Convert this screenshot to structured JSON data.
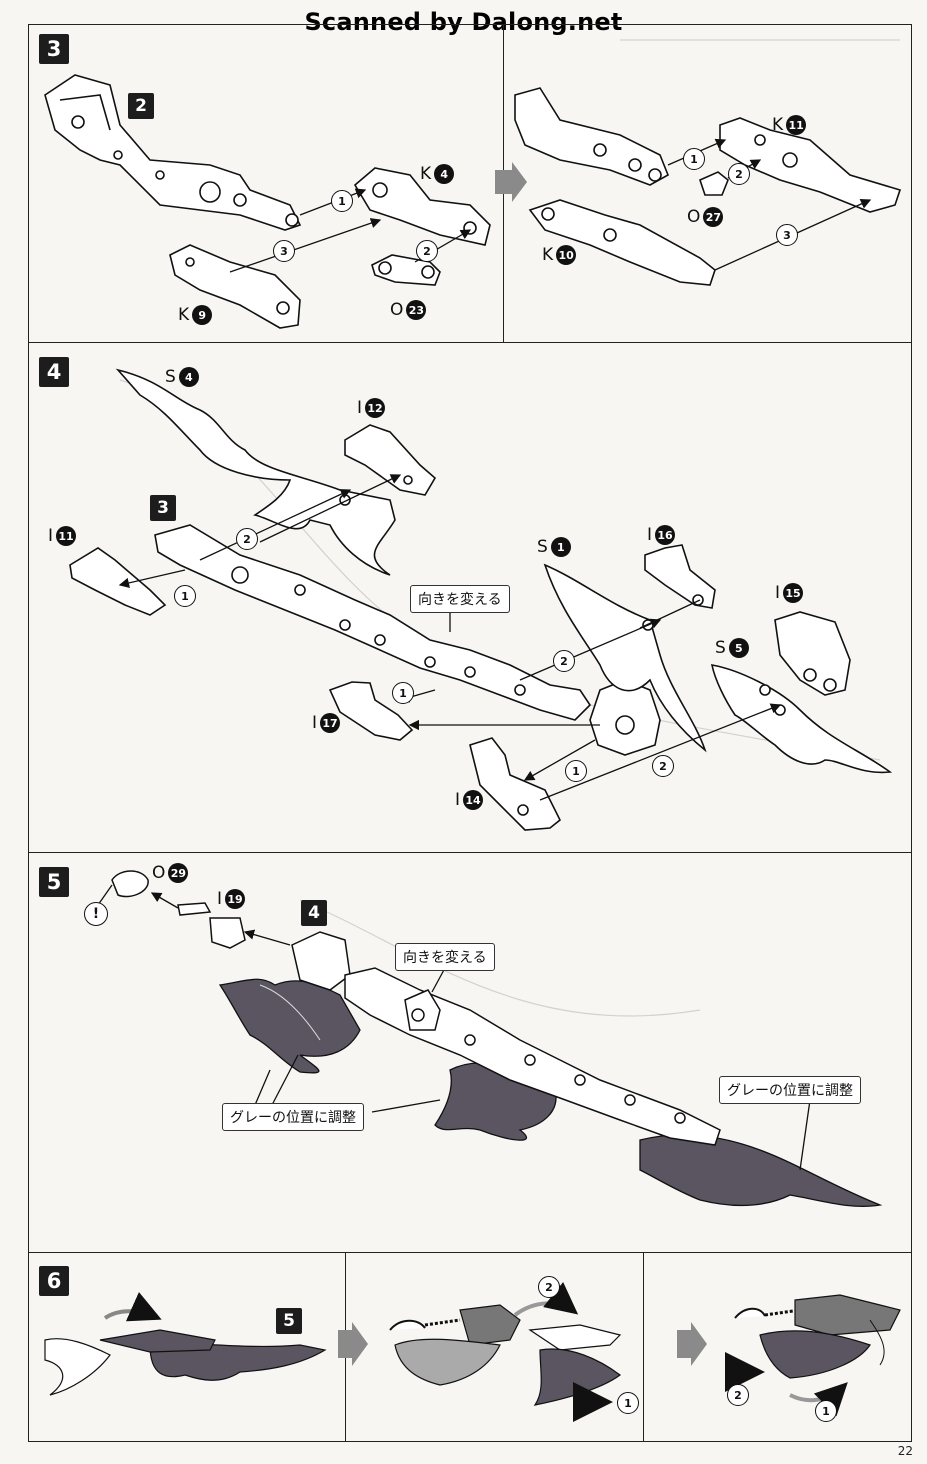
{
  "watermark": "Scanned by Dalong.net",
  "page_number": "22",
  "steps": {
    "s3": {
      "number": "3",
      "ref_number": "2",
      "parts": [
        {
          "letter": "K",
          "num": "4"
        },
        {
          "letter": "K",
          "num": "9"
        },
        {
          "letter": "O",
          "num": "23"
        },
        {
          "letter": "K",
          "num": "11"
        },
        {
          "letter": "O",
          "num": "27"
        },
        {
          "letter": "K",
          "num": "10"
        }
      ],
      "arrows": [
        "1",
        "2",
        "3",
        "1",
        "2",
        "3"
      ]
    },
    "s4": {
      "number": "4",
      "ref_number": "3",
      "parts": [
        {
          "letter": "S",
          "num": "4"
        },
        {
          "letter": "I",
          "num": "12"
        },
        {
          "letter": "I",
          "num": "11"
        },
        {
          "letter": "S",
          "num": "1"
        },
        {
          "letter": "I",
          "num": "16"
        },
        {
          "letter": "I",
          "num": "15"
        },
        {
          "letter": "S",
          "num": "5"
        },
        {
          "letter": "I",
          "num": "17"
        },
        {
          "letter": "I",
          "num": "14"
        }
      ],
      "callout": "向きを変える",
      "arrows": [
        "2",
        "1",
        "2",
        "1",
        "1",
        "2"
      ]
    },
    "s5": {
      "number": "5",
      "ref_number": "4",
      "parts": [
        {
          "letter": "O",
          "num": "29"
        },
        {
          "letter": "I",
          "num": "19"
        }
      ],
      "notice": "!",
      "callout_turn": "向きを変える",
      "callout_grey_left": "グレーの位置に調整",
      "callout_grey_right": "グレーの位置に調整"
    },
    "s6": {
      "number": "6",
      "ref_number": "5",
      "arrows": [
        "2",
        "1",
        "2",
        "1"
      ]
    }
  },
  "colors": {
    "ink": "#111111",
    "panel_bg": "#f7f6f3",
    "flame_grey": "#5a5560",
    "arrow_grey": "#9a9a9a"
  }
}
